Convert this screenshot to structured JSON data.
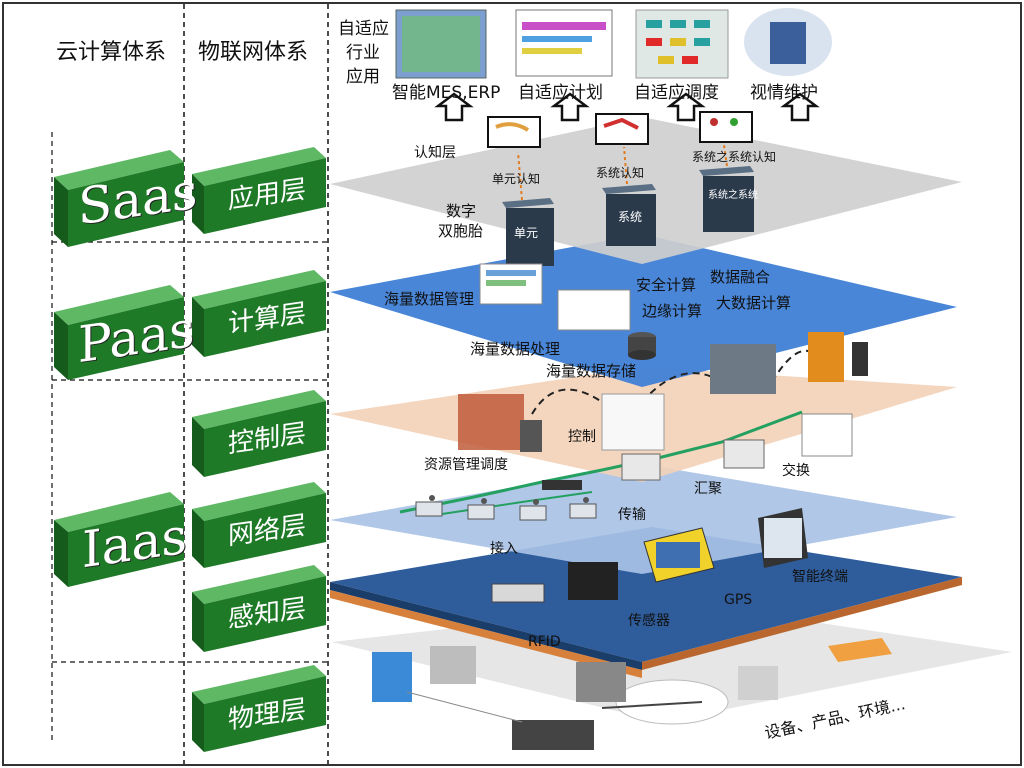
{
  "columns": {
    "cloud": "云计算体系",
    "iot": "物联网体系"
  },
  "cloud_layers": [
    "Saas",
    "Paas",
    "Iaas"
  ],
  "iot_layers": [
    "应用层",
    "计算层",
    "控制层",
    "网络层",
    "感知层",
    "物理层"
  ],
  "adaptive_app": {
    "l1": "自适应",
    "l2": "行业",
    "l3": "应用"
  },
  "top_apps": [
    "智能MES,ERP",
    "自适应计划",
    "自适应调度",
    "视情维护"
  ],
  "cognition": {
    "layer": "认知层",
    "unit_cognition": "单元认知",
    "system_cognition": "系统认知",
    "sos_cognition": "系统之系统认知",
    "digital_twin_1": "数字",
    "digital_twin_2": "双胞胎",
    "unit": "单元",
    "system": "系统",
    "sos": "系统之系统"
  },
  "compute": {
    "mass_data_mgmt": "海量数据管理",
    "mass_data_proc": "海量数据处理",
    "mass_data_store": "海量数据存储",
    "secure_compute": "安全计算",
    "data_fusion": "数据融合",
    "edge_compute": "边缘计算",
    "big_data_compute": "大数据计算"
  },
  "control": {
    "resource_sched": "资源管理调度",
    "control": "控制",
    "aggregate": "汇聚",
    "exchange": "交换"
  },
  "network": {
    "transmit": "传输",
    "access": "接入"
  },
  "sensing": {
    "smart_terminal": "智能终端",
    "gps": "GPS",
    "sensor": "传感器",
    "rfid": "RFID"
  },
  "physical": {
    "caption": "设备、产品、环境..."
  },
  "colors": {
    "green": "#1f7a28",
    "app_plane": "#c8c8c8",
    "compute_plane": "#3f7fd6",
    "control_plane": "#f3d2b8",
    "network_plane": "#a9c2e6",
    "sensing_plane": "#2f5d9c",
    "physical_plane": "#e3e3e3"
  }
}
